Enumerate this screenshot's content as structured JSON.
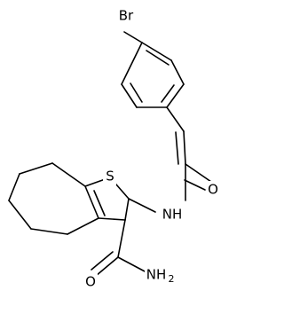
{
  "atom_labels": {
    "bromine": "Br",
    "sulfur": "S",
    "amide_oxygen": "O",
    "amide_nitrogen": "NH",
    "carboxamide_oxygen": "O",
    "carboxamide_nitrogen": "NH",
    "carboxamide_hydrogen": "2"
  },
  "colors": {
    "bond": "#000000",
    "label": "#000000",
    "background": "#ffffff"
  }
}
